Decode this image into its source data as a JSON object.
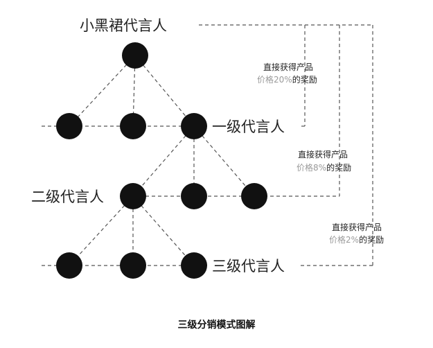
{
  "diagram": {
    "top_label": "小黑裙代言人",
    "tiers": [
      {
        "name": "一级代言人",
        "reward_line1": "直接获得产品",
        "reward_prefix": "价格",
        "reward_pct": "20%",
        "reward_suffix": "的奖励"
      },
      {
        "name": "二级代言人",
        "reward_line1": "直接获得产品",
        "reward_prefix": "价格",
        "reward_pct": "8%",
        "reward_suffix": "的奖励"
      },
      {
        "name": "三级代言人",
        "reward_line1": "直接获得产品",
        "reward_prefix": "价格",
        "reward_pct": "2%",
        "reward_suffix": "的奖励"
      }
    ],
    "colors": {
      "node": "#111111",
      "line": "#555555",
      "text": "#222222",
      "highlight": "#9a9a9a"
    }
  },
  "caption": "三级分销模式图解"
}
